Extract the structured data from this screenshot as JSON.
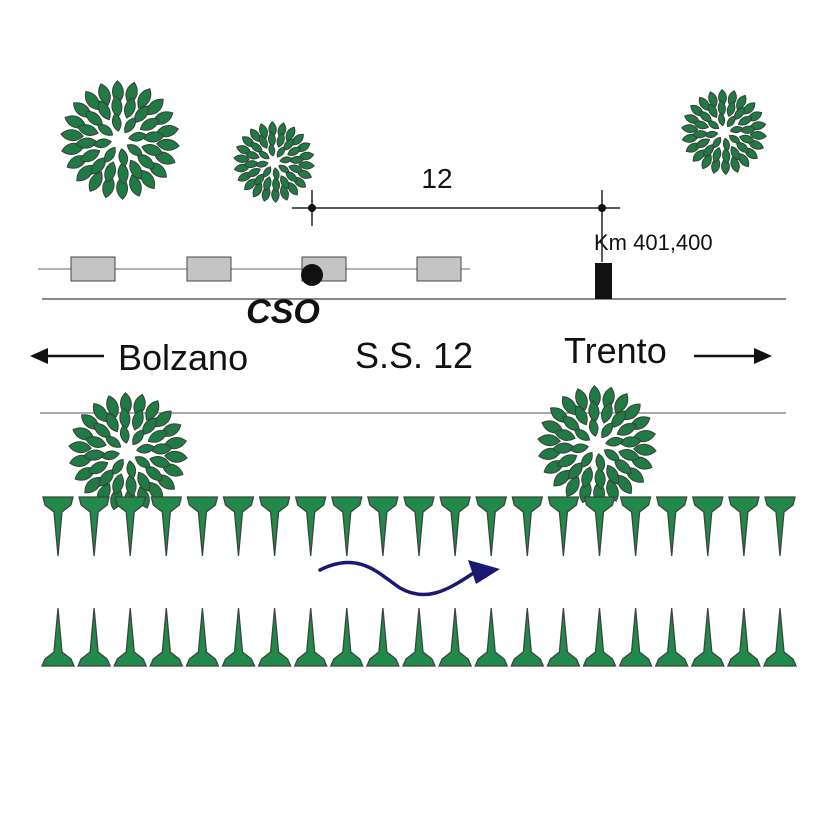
{
  "labels": {
    "distance": "12",
    "milestone": "Km 401,400",
    "station": "CSO",
    "road": "S.S. 12",
    "west_city": "Bolzano",
    "east_city": "Trento"
  },
  "icons": {
    "tree": "tree-canopy-icon",
    "vineyard_row": "vine-post-row",
    "flow": "river-flow-arrow-icon",
    "direction": "direction-arrow-icon"
  },
  "colors": {
    "foliage": "#1f7a43",
    "foliage_edge": "#3a3f3c",
    "vine": "#218a4a",
    "vine_edge": "#3b4540",
    "flow_arrow": "#1a1870",
    "grey_box": "#c4c4c4",
    "line": "#555555",
    "ink": "#111111"
  }
}
